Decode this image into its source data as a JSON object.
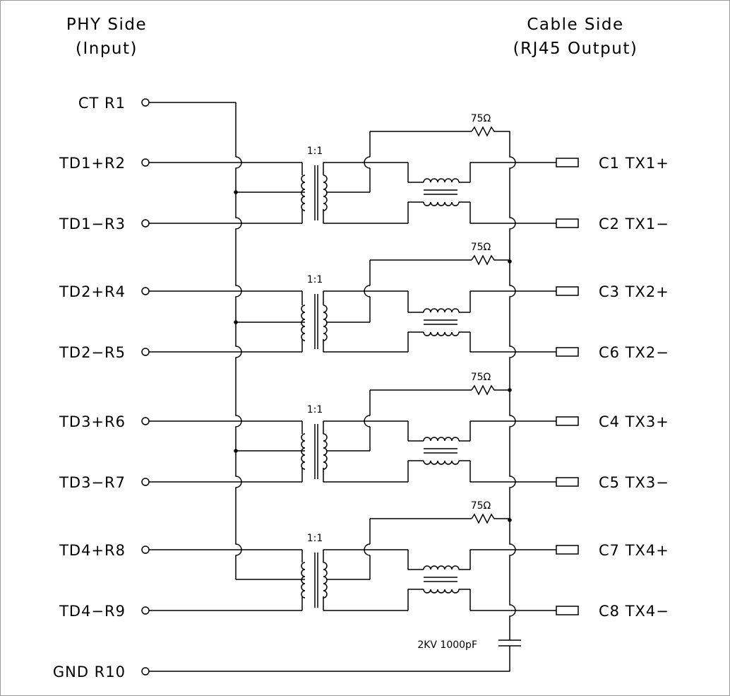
{
  "header": {
    "phy_line1": "PHY Side",
    "phy_line2": "(Input)",
    "cable_line1": "Cable Side",
    "cable_line2": "(RJ45 Output)"
  },
  "phy_pins": [
    "CT R1",
    "TD1+R2",
    "TD1−R3",
    "TD2+R4",
    "TD2−R5",
    "TD3+R6",
    "TD3−R7",
    "TD4+R8",
    "TD4−R9",
    "GND R10"
  ],
  "cable_pins": [
    "C1  TX1+",
    "C2  TX1−",
    "C3  TX2+",
    "C6  TX2−",
    "C4  TX3+",
    "C5  TX3−",
    "C7  TX4+",
    "C8  TX4−"
  ],
  "ratio_label": "1:1",
  "resistor_label": "75Ω",
  "capacitor_label": "2KV 1000pF"
}
